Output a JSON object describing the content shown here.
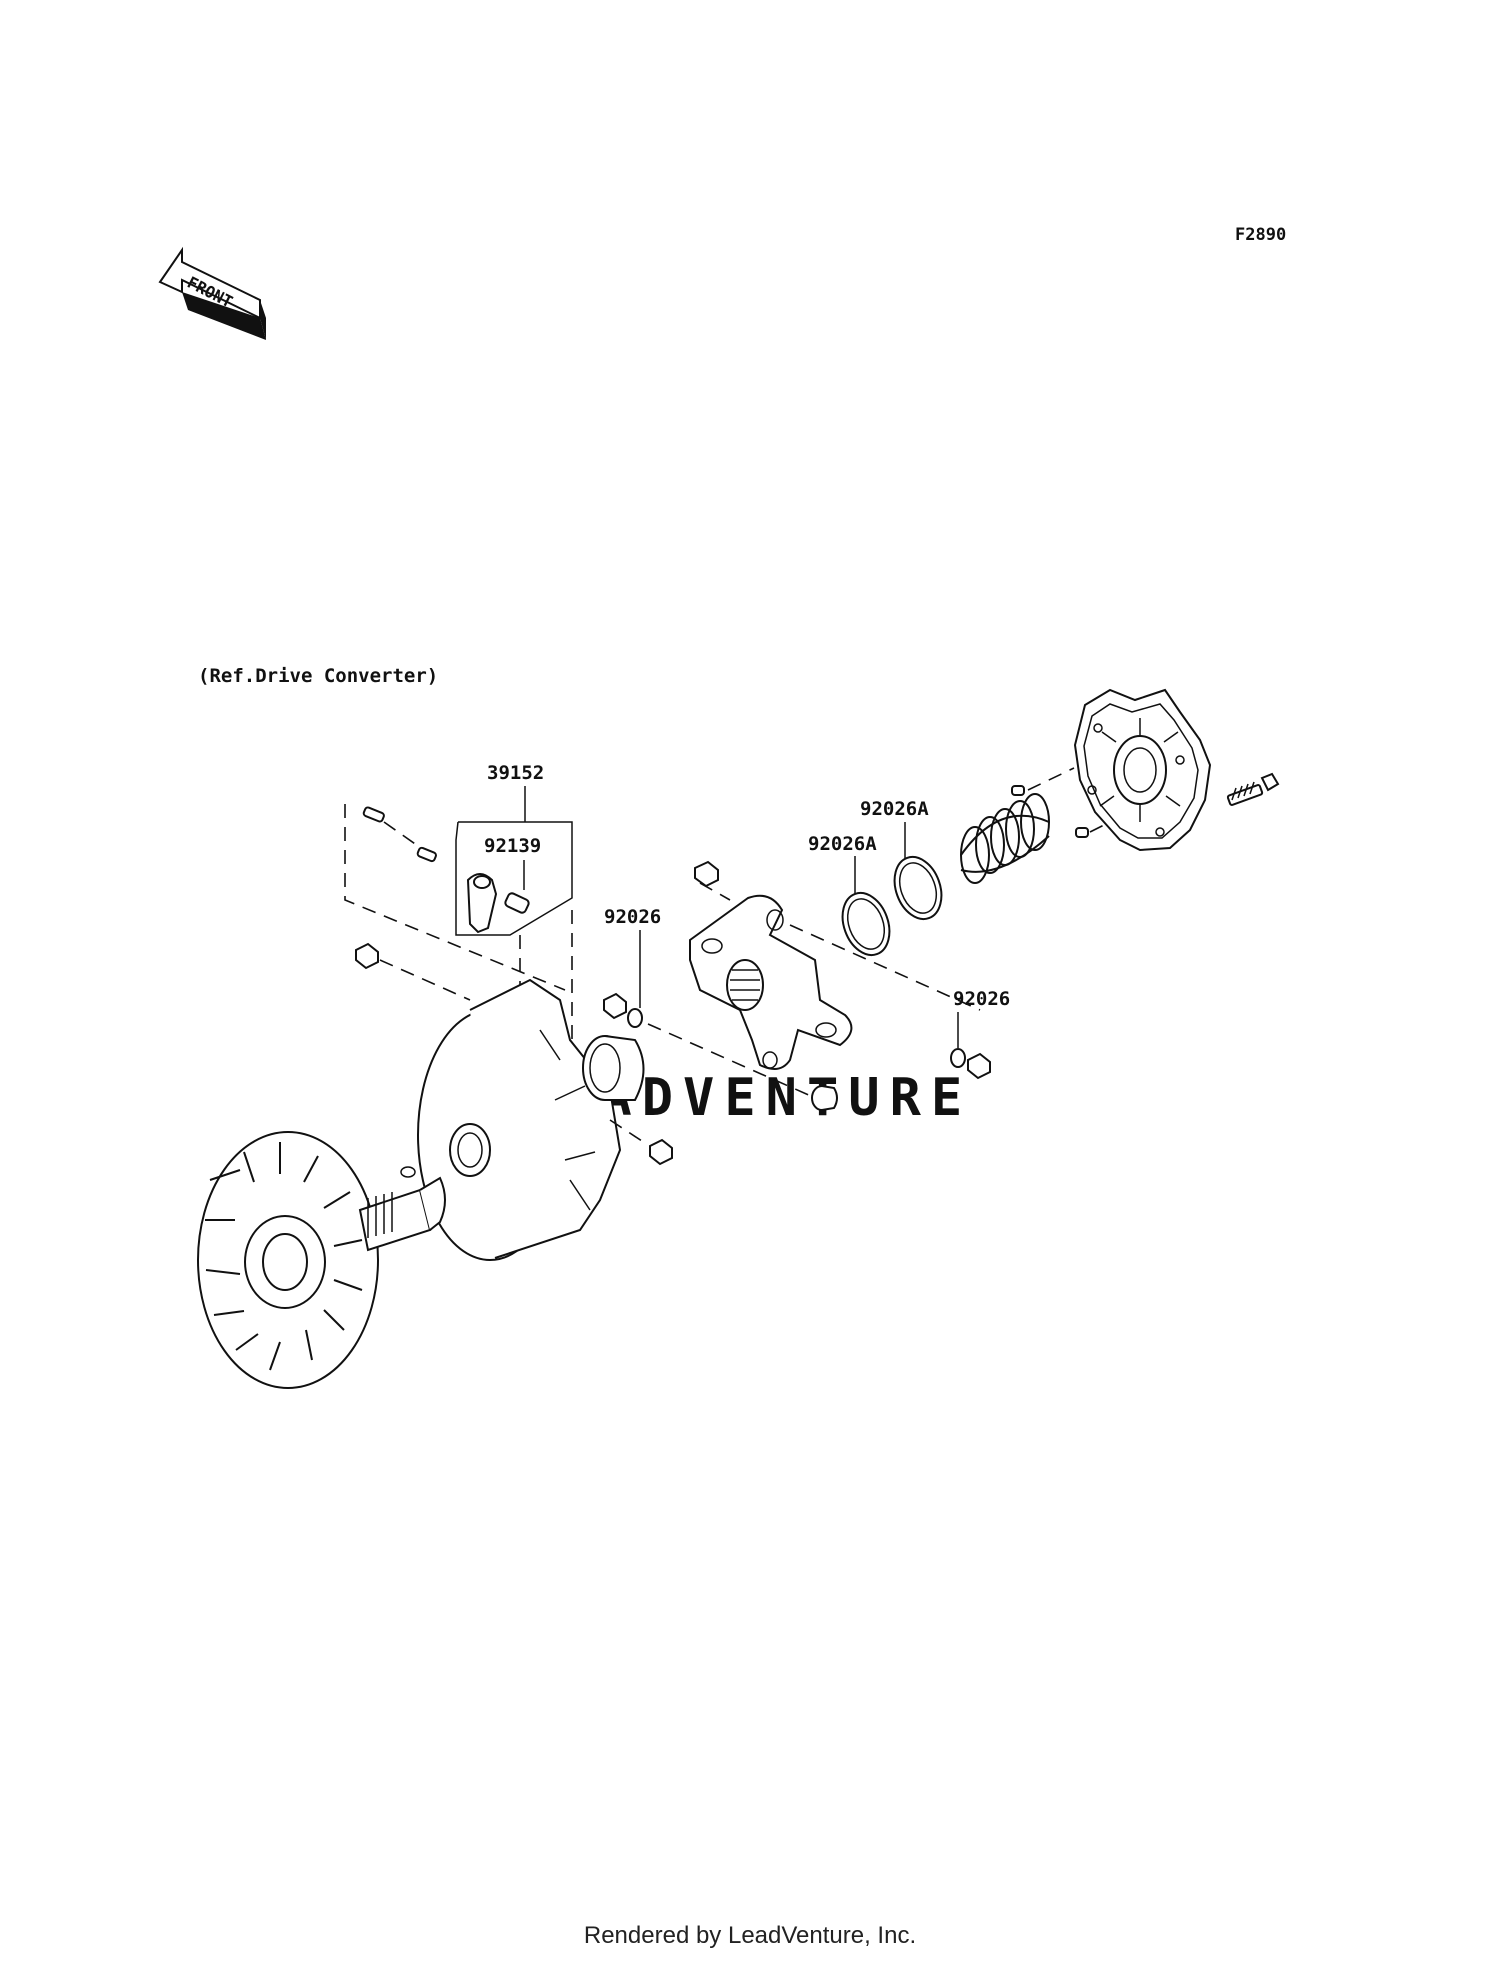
{
  "diagram": {
    "figure_code": "F2890",
    "front_label": "FRONT",
    "reference_note": "(Ref.Drive Converter)",
    "watermark": "LEADVENTURE",
    "callouts": [
      {
        "id": "39152",
        "label": "39152"
      },
      {
        "id": "92139",
        "label": "92139"
      },
      {
        "id": "92026-left",
        "label": "92026"
      },
      {
        "id": "92026A-lower",
        "label": "92026A"
      },
      {
        "id": "92026A-upper",
        "label": "92026A"
      },
      {
        "id": "92026-right",
        "label": "92026"
      }
    ]
  },
  "footer": {
    "text": "Rendered by LeadVenture, Inc."
  }
}
